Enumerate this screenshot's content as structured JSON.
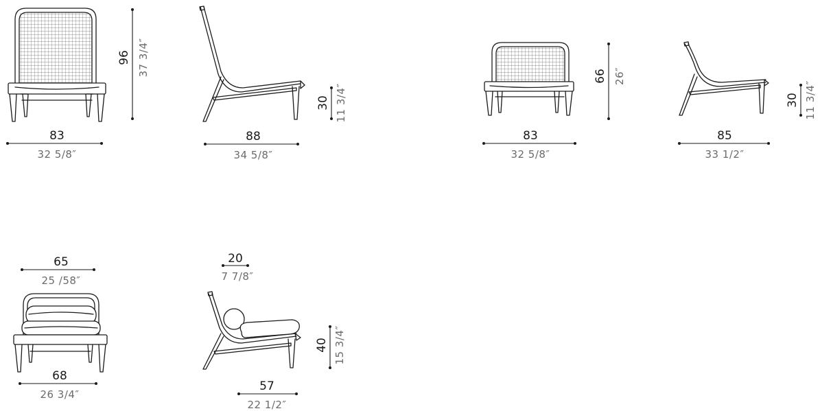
{
  "colors": {
    "line": "#1a1a1a",
    "imperial_text": "#6b6b6b",
    "background": "#ffffff"
  },
  "views": {
    "lounge_high_front": {
      "width_cm": "83",
      "width_in": "32 5/8″",
      "height_cm": "96",
      "height_in": "37 3/4″"
    },
    "lounge_high_side": {
      "depth_cm": "88",
      "depth_in": "34 5/8″",
      "seat_cm": "30",
      "seat_in": "11 3/4″"
    },
    "lounge_low_front": {
      "width_cm": "83",
      "width_in": "32 5/8″",
      "height_cm": "66",
      "height_in": "26″"
    },
    "lounge_low_side": {
      "depth_cm": "85",
      "depth_in": "33 1/2″",
      "seat_cm": "30",
      "seat_in": "11 3/4″"
    },
    "cushion_front": {
      "top_cm": "65",
      "top_in": "25 /58″",
      "width_cm": "68",
      "width_in": "26 3/4″"
    },
    "cushion_side": {
      "pillow_cm": "20",
      "pillow_in": "7 7/8″",
      "depth_cm": "57",
      "depth_in": "22 1/2″",
      "seat_cm": "40",
      "seat_in": "15 3/4″"
    }
  }
}
